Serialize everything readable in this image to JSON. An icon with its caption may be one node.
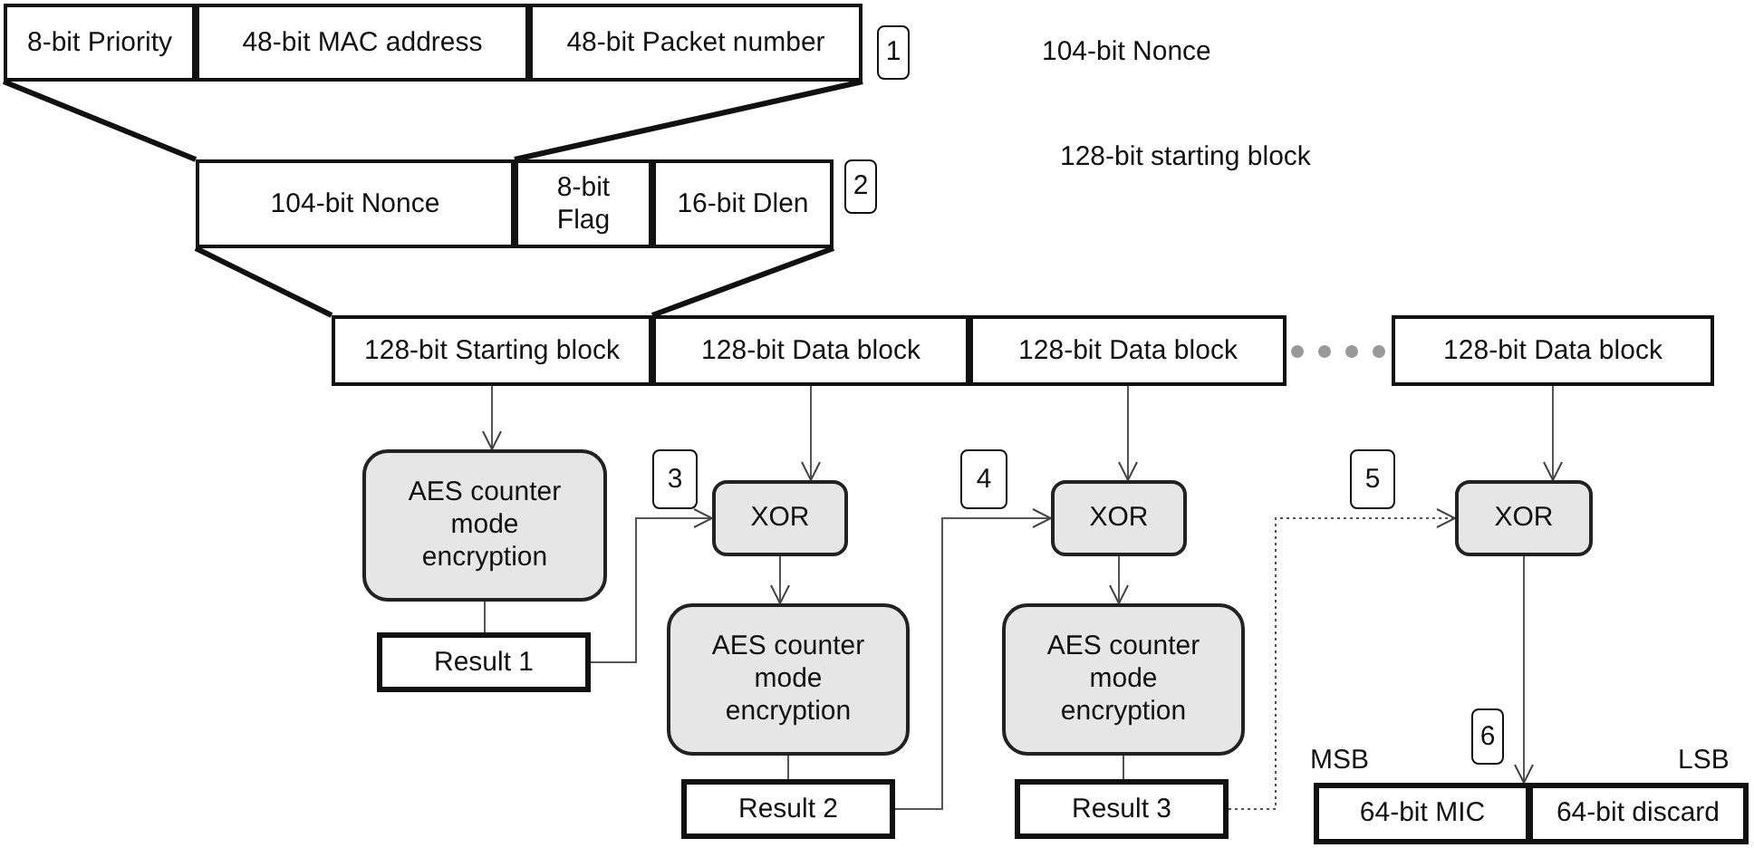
{
  "diagram": {
    "nodes": [
      {
        "text": [
          "8-bit Priority"
        ]
      },
      {
        "text": [
          "48-bit MAC address"
        ]
      },
      {
        "text": [
          "48-bit Packet number"
        ]
      },
      {
        "text": [
          "1"
        ]
      },
      {
        "text": [
          "104-bit Nonce"
        ]
      },
      {
        "text": [
          "8-bit Flag"
        ]
      },
      {
        "text": [
          "16-bit Dlen"
        ]
      },
      {
        "text": [
          "2"
        ]
      },
      {
        "text": [
          "128-bit Starting block"
        ]
      },
      {
        "text": [
          "128-bit Data block"
        ]
      },
      {
        "text": [
          "128-bit Data block"
        ]
      },
      {
        "text": [
          "128-bit Data block"
        ]
      },
      {
        "text": [
          "AES counter mode encryption"
        ]
      },
      {
        "text": [
          "3"
        ]
      },
      {
        "text": [
          "XOR"
        ]
      },
      {
        "text": [
          "4"
        ]
      },
      {
        "text": [
          "XOR"
        ]
      },
      {
        "text": [
          "5"
        ]
      },
      {
        "text": [
          "XOR"
        ]
      },
      {
        "text": [
          "Result 1"
        ]
      },
      {
        "text": [
          "AES counter mode encryption"
        ]
      },
      {
        "text": [
          "AES counter mode encryption"
        ]
      },
      {
        "text": [
          "6"
        ]
      },
      {
        "text": [
          "Result 2"
        ]
      },
      {
        "text": [
          "Result 3"
        ]
      },
      {
        "text": [
          "64-bit MIC"
        ]
      },
      {
        "text": [
          "64-bit discard"
        ]
      }
    ],
    "edges": [
      {
        "from": 8,
        "to": 12,
        "arrow": "to"
      },
      {
        "from": 9,
        "to": 14,
        "arrow": "to"
      },
      {
        "from": 10,
        "to": 16,
        "arrow": "to"
      },
      {
        "from": 11,
        "to": 18,
        "arrow": "to"
      },
      {
        "from": 12,
        "to": 19,
        "arrow": "none"
      },
      {
        "from": 19,
        "to": 14,
        "arrow": "to"
      },
      {
        "from": 14,
        "to": 20,
        "arrow": "to"
      },
      {
        "from": 20,
        "to": 23,
        "arrow": "none"
      },
      {
        "from": 23,
        "to": 16,
        "arrow": "to"
      },
      {
        "from": 16,
        "to": 21,
        "arrow": "to"
      },
      {
        "from": 21,
        "to": 24,
        "arrow": "none"
      },
      {
        "from": 24,
        "to": 18,
        "arrow": "to",
        "style": "dashed"
      },
      {
        "from": 18,
        "to": 25,
        "arrow": "to"
      },
      {
        "from": 0,
        "to": 4,
        "arrow": "none",
        "style": "thick"
      },
      {
        "from": 2,
        "to": 5,
        "arrow": "none",
        "style": "thick"
      },
      {
        "from": 4,
        "to": 8,
        "arrow": "none",
        "style": "thick"
      },
      {
        "from": 6,
        "to": 9,
        "arrow": "none",
        "style": "thick"
      }
    ],
    "labels": [
      "104-bit Nonce",
      "128-bit starting block",
      "MSB",
      "LSB"
    ]
  }
}
